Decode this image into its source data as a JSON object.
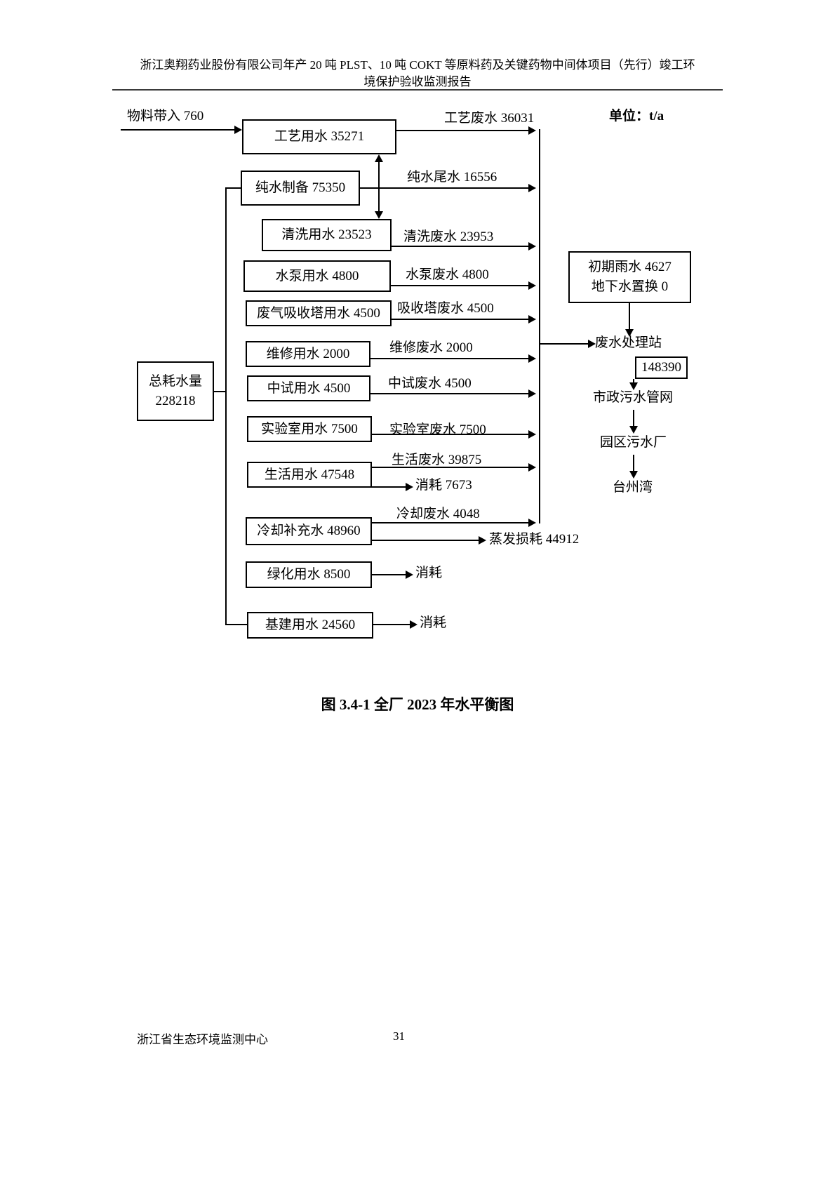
{
  "header": {
    "line1": "浙江奥翔药业股份有限公司年产 20 吨 PLST、10 吨 COKT 等原料药及关键药物中间体项目（先行）竣工环",
    "line2": "境保护验收监测报告"
  },
  "diagram": {
    "unit": "单位：t/a",
    "material_input": "物料带入 760",
    "boxes": {
      "process": "工艺用水 35271",
      "pure": "纯水制备 75350",
      "cleaning": "清洗用水 23523",
      "pump": "水泵用水 4800",
      "absorb": "废气吸收塔用水 4500",
      "maintenance": "维修用水 2000",
      "pilot": "中试用水 4500",
      "lab": "实验室用水 7500",
      "domestic": "生活用水 47548",
      "cooling": "冷却补充水 48960",
      "greening": "绿化用水 8500",
      "construction": "基建用水 24560",
      "total_title": "总耗水量",
      "total_value": "228218",
      "rain_line1": "初期雨水 4627",
      "rain_line2": "地下水置换 0",
      "station_value": "148390"
    },
    "flows": {
      "process_ww": "工艺废水 36031",
      "pure_tail": "纯水尾水 16556",
      "cleaning_ww": "清洗废水 23953",
      "pump_ww": "水泵废水 4800",
      "absorb_ww": "吸收塔废水 4500",
      "maintenance_ww": "维修废水 2000",
      "pilot_ww": "中试废水 4500",
      "lab_ww": "实验室废水 7500",
      "domestic_ww": "生活废水 39875",
      "domestic_consume": "消耗 7673",
      "cooling_ww": "冷却废水 4048",
      "evaporation": "蒸发损耗 44912",
      "greening_consume": "消耗",
      "construction_consume": "消耗"
    },
    "chain": {
      "station": "废水处理站",
      "municipal": "市政污水管网",
      "park_plant": "园区污水厂",
      "bay": "台州湾"
    }
  },
  "caption": "图 3.4-1 全厂 2023 年水平衡图",
  "footer": {
    "org": "浙江省生态环境监测中心",
    "page": "31"
  }
}
